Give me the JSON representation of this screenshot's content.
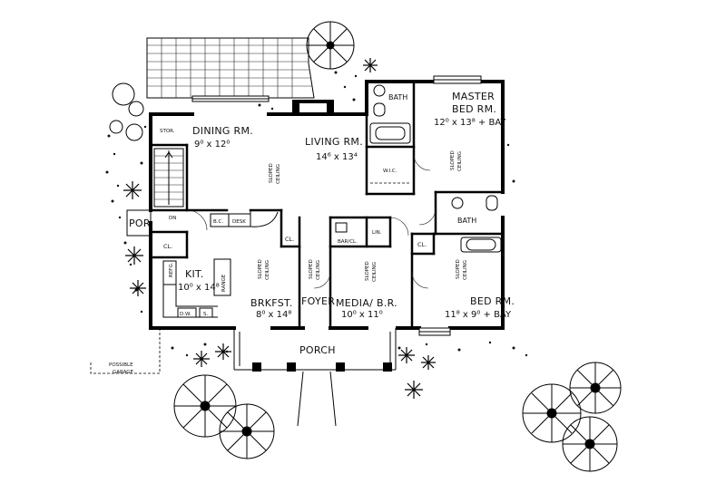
{
  "rooms": {
    "dining_name": "DINING RM.",
    "dining_dim": "9⁰ x 12⁰",
    "living_name": "LIVING RM.",
    "living_dim": "14⁶ x 13⁴",
    "master_name_1": "MASTER",
    "master_name_2": "BED RM.",
    "master_dim": "12⁰ x 13⁸ + BAY",
    "kit_name": "KIT.",
    "kit_dim": "10⁰ x 14⁸",
    "brkfst_name": "BRKFST.",
    "brkfst_dim": "8⁰ x 14⁸",
    "foyer_name": "FOYER",
    "media_name": "MEDIA/ B.R.",
    "media_dim": "10⁰ x 11⁰",
    "bed_name": "BED RM.",
    "bed_dim": "11⁸ x 9⁰ + BAY",
    "porch": "PORCH",
    "por": "POR.",
    "bath_top": "BATH",
    "bath_mid": "BATH"
  },
  "labels": {
    "stor": "STOR.",
    "cl": "CL.",
    "dn": "DN",
    "bc": "B.C.",
    "desk": "DESK",
    "refg": "REFG.",
    "range": "RANGE",
    "dw": "D.W.",
    "s": "S.",
    "bar_cl": "BAR/CL.",
    "lin": "LIN.",
    "wic": "W.I.C.",
    "sloped": "SLOPED",
    "ceiling": "CEILING",
    "possible": "POSSIBLE",
    "garage": "GARAGE"
  }
}
